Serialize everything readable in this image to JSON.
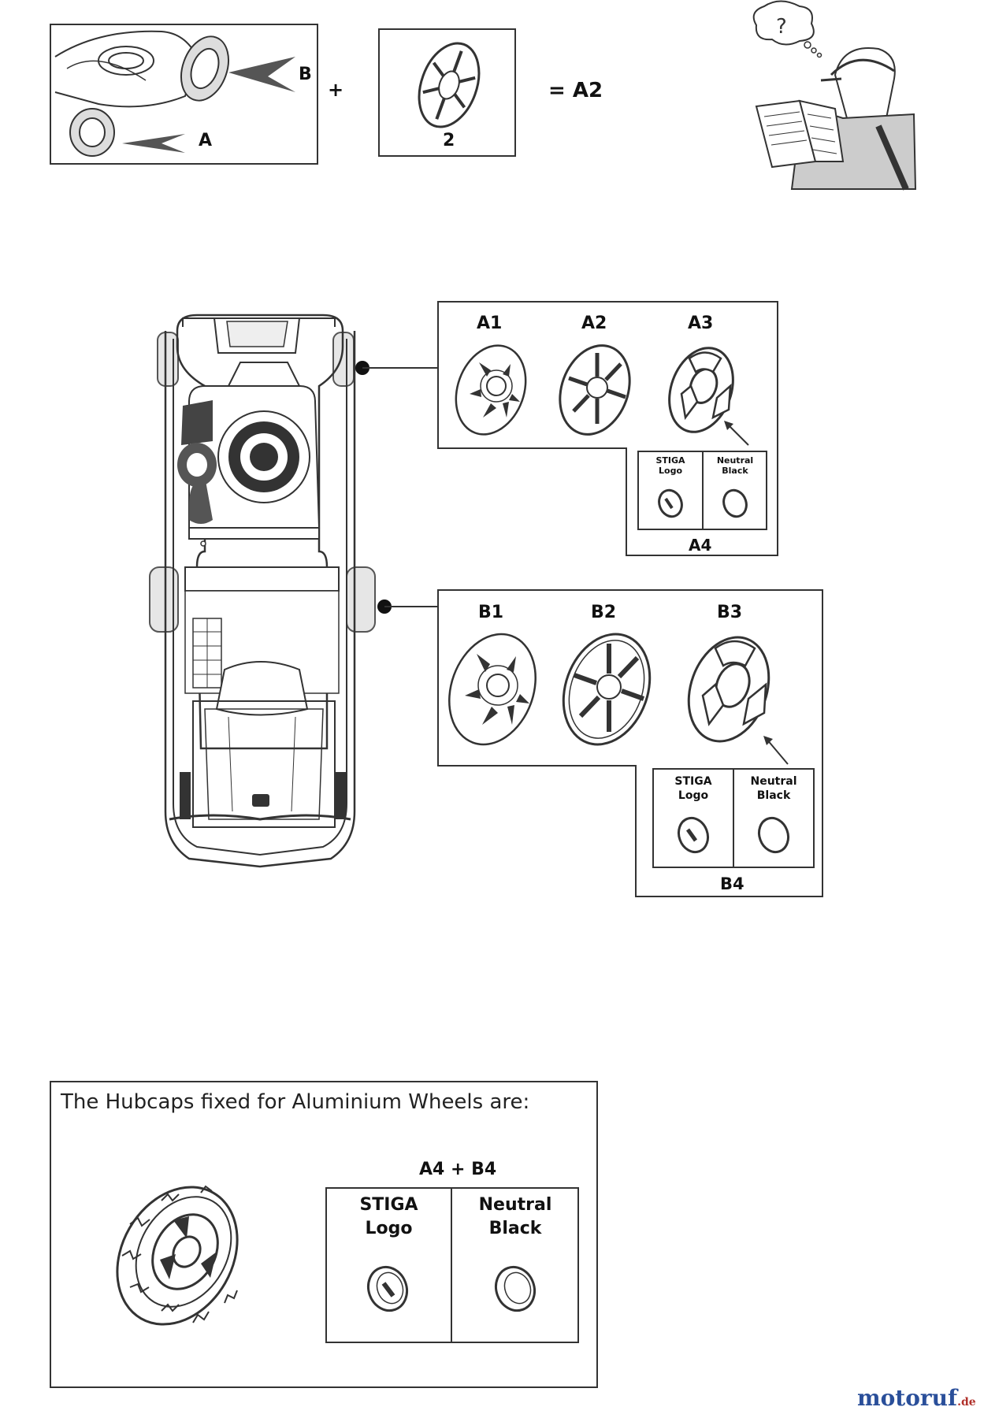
{
  "equation": {
    "label_b": "B",
    "label_a": "A",
    "plus": "+",
    "part_number": "2",
    "result": "= A2"
  },
  "reader": {
    "thought": "?"
  },
  "front_group": {
    "a1": "A1",
    "a2": "A2",
    "a3": "A3",
    "option1_line1": "STIGA",
    "option1_line2": "Logo",
    "option2_line1": "Neutral",
    "option2_line2": "Black",
    "a4": "A4"
  },
  "rear_group": {
    "b1": "B1",
    "b2": "B2",
    "b3": "B3",
    "option1_line1": "STIGA",
    "option1_line2": "Logo",
    "option2_line1": "Neutral",
    "option2_line2": "Black",
    "b4": "B4"
  },
  "aluminium_box": {
    "title": "The Hubcaps  fixed for Aluminium Wheels are:",
    "combo": "A4 + B4",
    "option1_line1": "STIGA",
    "option1_line2": "Logo",
    "option2_line1": "Neutral",
    "option2_line2": "Black"
  },
  "watermark": {
    "brand": "motoruf",
    "tld": ".de"
  },
  "colors": {
    "line": "#333333",
    "watermark_blue": "#2a4f9a",
    "watermark_red": "#b0302a"
  }
}
